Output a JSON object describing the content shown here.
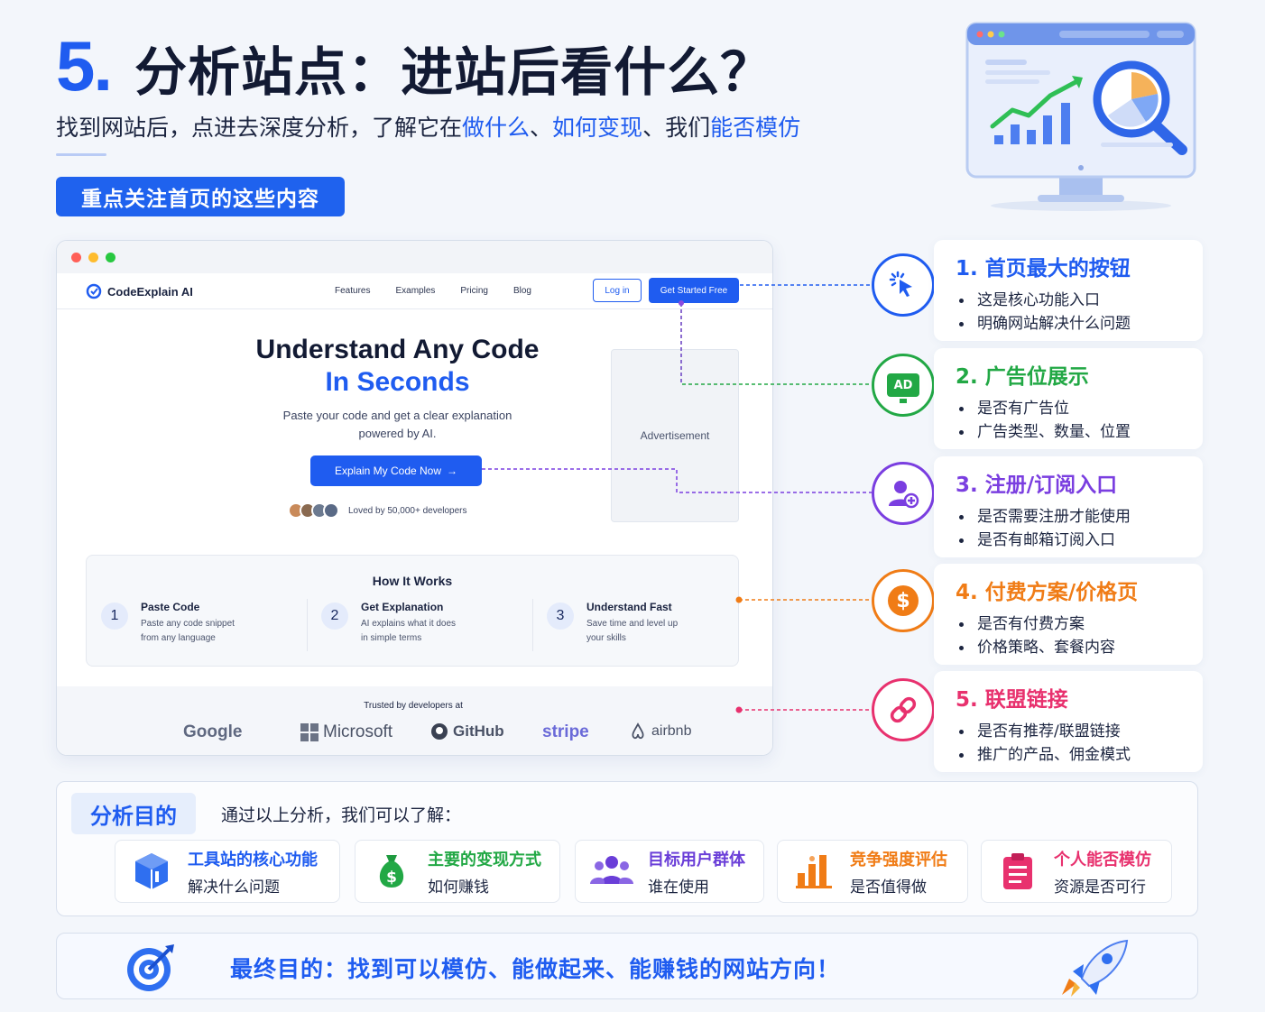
{
  "header": {
    "number": "5.",
    "title": "分析站点：进站后看什么？",
    "subtitle_parts": [
      "找到网站后，点进去深度分析，了解它在",
      "做什么",
      "、",
      "如何变现",
      "、我们",
      "能否模仿"
    ],
    "focus_badge": "重点关注首页的这些内容"
  },
  "mockup": {
    "logo": "CodeExplain AI",
    "nav": [
      "Features",
      "Examples",
      "Pricing",
      "Blog"
    ],
    "login": "Log in",
    "get_started": "Get Started Free",
    "hero_line1": "Understand Any Code",
    "hero_line2": "In Seconds",
    "hero_desc1": "Paste your code and get a clear explanation",
    "hero_desc2": "powered by AI.",
    "cta": "Explain My Code Now",
    "loved": "Loved by 50,000+ developers",
    "ad": "Advertisement",
    "how_title": "How It Works",
    "steps": [
      {
        "n": "1",
        "title": "Paste Code",
        "d1": "Paste any code snippet",
        "d2": "from any language"
      },
      {
        "n": "2",
        "title": "Get Explanation",
        "d1": "AI explains what it does",
        "d2": "in simple terms"
      },
      {
        "n": "3",
        "title": "Understand Fast",
        "d1": "Save time and level up",
        "d2": "your skills"
      }
    ],
    "trusted": "Trusted by developers at",
    "brands": [
      "Google",
      "Microsoft",
      "GitHub",
      "stripe",
      "airbnb"
    ]
  },
  "callouts": [
    {
      "title": "1. 首页最大的按钮",
      "b1": "这是核心功能入口",
      "b2": "明确网站解决什么问题",
      "color": "#1f5cf0"
    },
    {
      "title": "2. 广告位展示",
      "b1": "是否有广告位",
      "b2": "广告类型、数量、位置",
      "color": "#22a845",
      "icon_text": "AD"
    },
    {
      "title": "3. 注册/订阅入口",
      "b1": "是否需要注册才能使用",
      "b2": "是否有邮箱订阅入口",
      "color": "#7a3ee0"
    },
    {
      "title": "4. 付费方案/价格页",
      "b1": "是否有付费方案",
      "b2": "价格策略、套餐内容",
      "color": "#f07c16"
    },
    {
      "title": "5. 联盟链接",
      "b1": "是否有推荐/联盟链接",
      "b2": "推广的产品、佣金模式",
      "color": "#e8316e"
    }
  ],
  "purpose": {
    "tag": "分析目的",
    "subtitle": "通过以上分析，我们可以了解：",
    "items": [
      {
        "title": "工具站的核心功能",
        "desc": "解决什么问题",
        "color": "#1f5cf0",
        "icon": "cube-icon"
      },
      {
        "title": "主要的变现方式",
        "desc": "如何赚钱",
        "color": "#22a845",
        "icon": "money-bag-icon"
      },
      {
        "title": "目标用户群体",
        "desc": "谁在使用",
        "color": "#6a3ed8",
        "icon": "users-icon"
      },
      {
        "title": "竞争强度评估",
        "desc": "是否值得做",
        "color": "#f07c16",
        "icon": "bar-chart-icon"
      },
      {
        "title": "个人能否模仿",
        "desc": "资源是否可行",
        "color": "#e8316e",
        "icon": "clipboard-icon"
      }
    ]
  },
  "final": {
    "text": "最终目的：找到可以模仿、能做起来、能赚钱的网站方向！"
  }
}
